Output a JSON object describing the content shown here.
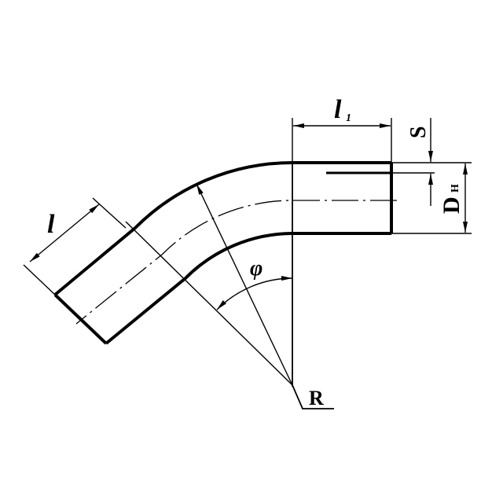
{
  "drawing": {
    "title": "Pipe bend",
    "labels": {
      "length_left": "l",
      "length_right": "l",
      "length_right_sub": "1",
      "wall_thickness": "S",
      "outer_diameter": "D",
      "outer_diameter_sub": "Н",
      "bend_angle": "φ",
      "radius": "R"
    },
    "line_color": "#000000",
    "background": "#ffffff"
  }
}
